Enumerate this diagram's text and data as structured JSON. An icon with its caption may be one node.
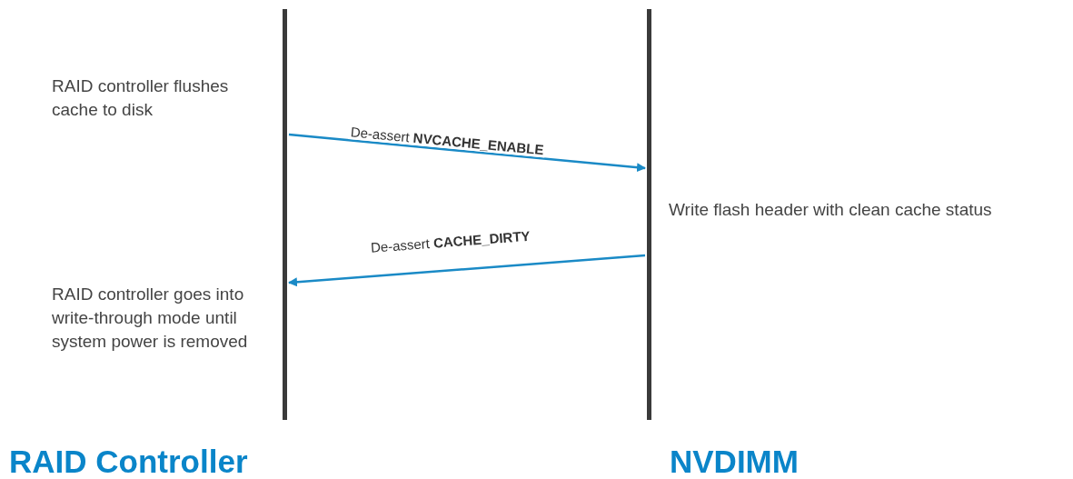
{
  "diagram": {
    "nodes": [
      {
        "text": [
          "RAID Controller"
        ]
      },
      {
        "text": [
          "NVDIMM"
        ]
      }
    ],
    "edges": [
      {
        "from": 0,
        "to": 1,
        "arrow": "to",
        "label": "De-assert **NVCACHE_ENABLE**"
      },
      {
        "from": 1,
        "to": 0,
        "arrow": "to",
        "label": "De-assert **CACHE_DIRTY**"
      }
    ],
    "labels": [
      "RAID controller flushes cache to disk",
      "Write flash header with clean cache status",
      "RAID controller goes into write-through mode until system power is removed"
    ]
  }
}
